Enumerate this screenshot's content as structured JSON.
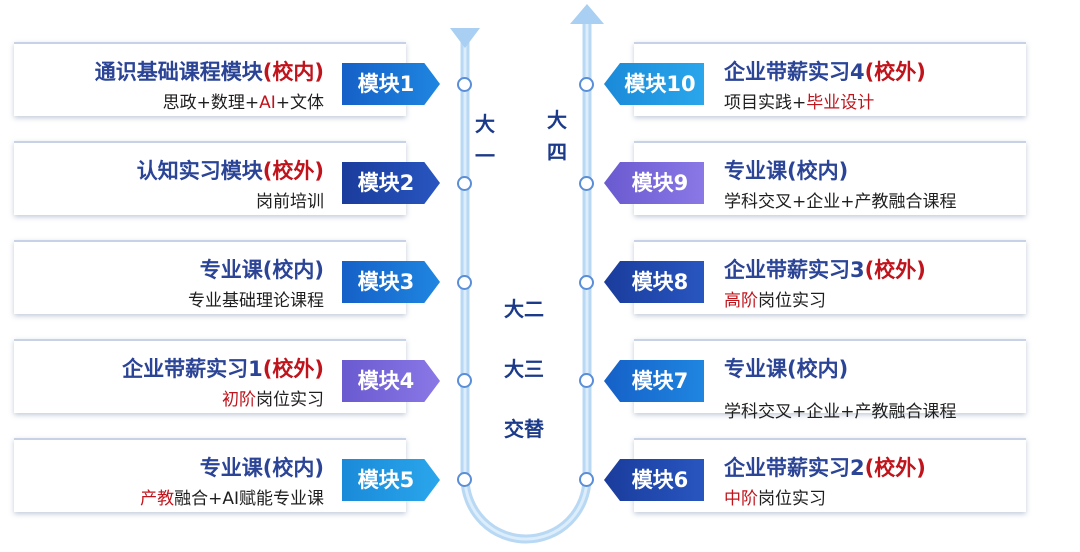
{
  "colors": {
    "track": "#b8d8f4",
    "title_blue": "#2b4496",
    "accent_red": "#c0141c",
    "dot_border": "#5a8ed8"
  },
  "stages": {
    "year1": "大一",
    "year4": "大四",
    "year23_line1": "大二",
    "year23_line2": "大三",
    "year23_line3": "交替"
  },
  "left_modules": [
    {
      "badge": "模块1",
      "title_a": "通识基础课程模块",
      "title_b": "(校内)",
      "sub_a": "思政+数理+",
      "sub_b": "AI",
      "sub_c": "+文体"
    },
    {
      "badge": "模块2",
      "title_a": "认知实习模块",
      "title_b": "(校外)",
      "sub_a": "岗前培训",
      "sub_b": "",
      "sub_c": ""
    },
    {
      "badge": "模块3",
      "title_a": "专业课",
      "title_b": "(校内)",
      "sub_a": "专业基础理论课程",
      "sub_b": "",
      "sub_c": ""
    },
    {
      "badge": "模块4",
      "title_a": "企业带薪实习1",
      "title_b": "(校外)",
      "sub_a": "",
      "sub_b": "初阶",
      "sub_c": "岗位实习"
    },
    {
      "badge": "模块5",
      "title_a": "专业课",
      "title_b": "(校内)",
      "sub_a": "",
      "sub_b": "产教",
      "sub_c": "融合+AI赋能专业课"
    }
  ],
  "right_modules": [
    {
      "badge": "模块10",
      "title_a": "企业带薪实习4",
      "title_b": "(校外)",
      "sub_a": "项目实践+",
      "sub_b": "毕业设计",
      "sub_c": ""
    },
    {
      "badge": "模块9",
      "title_a": "专业课",
      "title_b": "(校内)",
      "sub_a": "学科交叉+企业+产教融合课程",
      "sub_b": "",
      "sub_c": ""
    },
    {
      "badge": "模块8",
      "title_a": "企业带薪实习3",
      "title_b": "(校外)",
      "sub_a": "",
      "sub_b": "高阶",
      "sub_c": "岗位实习"
    },
    {
      "badge": "模块7",
      "title_a": "专业课",
      "title_b": "(校内)",
      "sub_a": "学科交叉+企业+产教融合课程",
      "sub_b": "",
      "sub_c": ""
    },
    {
      "badge": "模块6",
      "title_a": "企业带薪实习2",
      "title_b": "(校外)",
      "sub_a": "",
      "sub_b": "中阶",
      "sub_c": "岗位实习"
    }
  ]
}
